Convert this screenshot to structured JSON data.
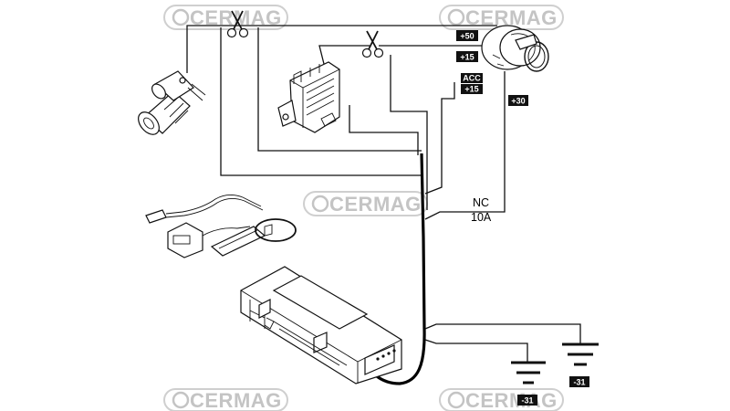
{
  "watermark": {
    "brand": "CERMAG"
  },
  "terminals": {
    "plus50": "+50",
    "plus15": "+15",
    "acc_top": "ACC",
    "acc_bottom": "+15",
    "plus30": "+30",
    "minus31_left": "-31",
    "minus31_right": "-31"
  },
  "relay": {
    "contact": "NC",
    "fuse": "10A"
  },
  "icons": [
    "starter-motor-icon",
    "ignition-switch-icon",
    "ecu-engine-icon",
    "immobilizer-unit-icon",
    "usb-cable-icon",
    "scissors-icon",
    "ground-symbol-icon"
  ]
}
